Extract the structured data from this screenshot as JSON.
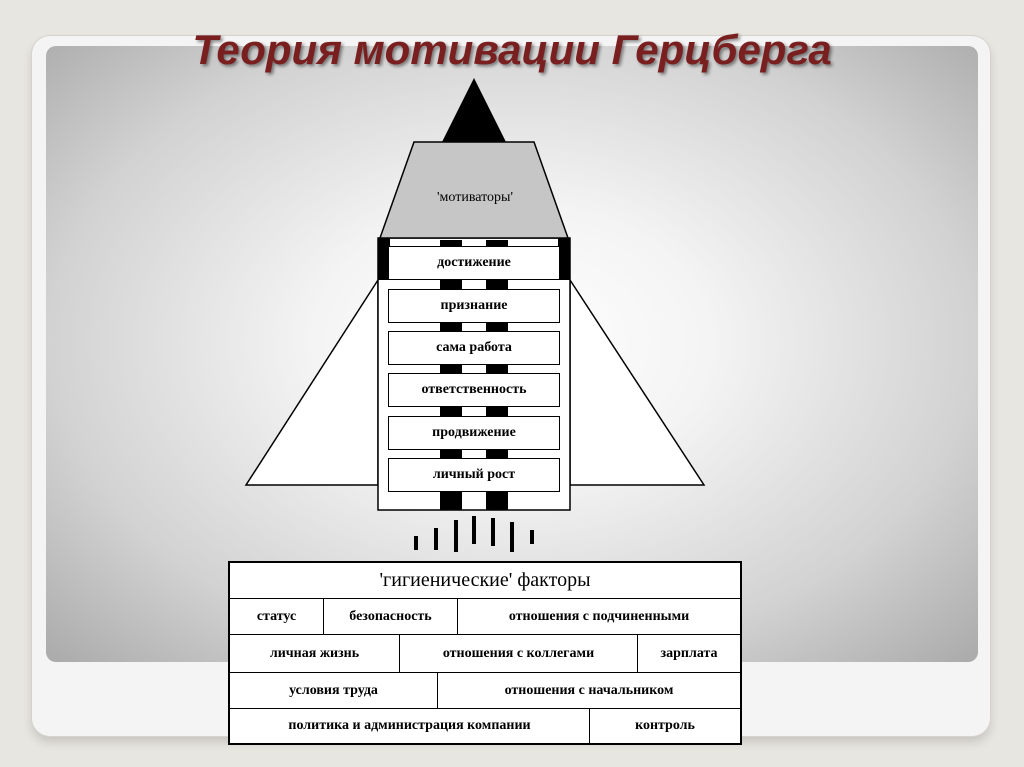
{
  "title": "Теория мотивации Герцберга",
  "motivators": {
    "label": "'мотиваторы'",
    "items": [
      "достижение",
      "признание",
      "сама работа",
      "ответственность",
      "продвижение",
      "личный рост"
    ]
  },
  "hygiene": {
    "title": "'гигиенические' факторы",
    "rows": [
      [
        "статус",
        "безопасность",
        "отношения с подчиненными"
      ],
      [
        "личная жизнь",
        "отношения с коллегами",
        "зарплата"
      ],
      [
        "условия труда",
        "отношения с начальником"
      ],
      [
        "политика и администрация компании",
        "контроль"
      ]
    ]
  }
}
